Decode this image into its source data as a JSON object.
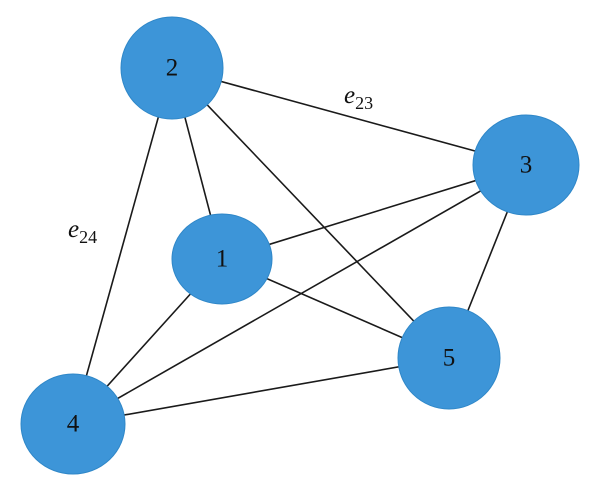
{
  "colors": {
    "node_fill": "#3d95d8",
    "edge": "#1a1a1a",
    "label": "#111111"
  },
  "nodes": [
    {
      "id": "1",
      "label": "1"
    },
    {
      "id": "2",
      "label": "2"
    },
    {
      "id": "3",
      "label": "3"
    },
    {
      "id": "4",
      "label": "4"
    },
    {
      "id": "5",
      "label": "5"
    }
  ],
  "edges": [
    {
      "from": "2",
      "to": "1"
    },
    {
      "from": "2",
      "to": "3"
    },
    {
      "from": "2",
      "to": "4"
    },
    {
      "from": "2",
      "to": "5"
    },
    {
      "from": "1",
      "to": "3"
    },
    {
      "from": "1",
      "to": "4"
    },
    {
      "from": "1",
      "to": "5"
    },
    {
      "from": "3",
      "to": "4"
    },
    {
      "from": "3",
      "to": "5"
    },
    {
      "from": "4",
      "to": "5"
    }
  ],
  "edge_labels": {
    "e23": {
      "base": "e",
      "sub": "23"
    },
    "e24": {
      "base": "e",
      "sub": "24"
    }
  }
}
